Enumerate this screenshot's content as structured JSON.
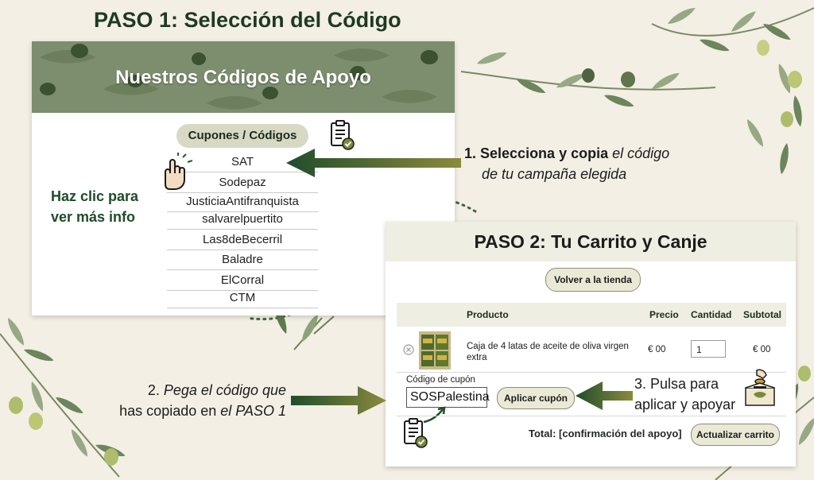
{
  "step1": {
    "title": "PASO 1: Selección del Código",
    "panel_title": "Nuestros Códigos de Apoyo",
    "coupons_label": "Cupones / Códigos",
    "codes": [
      "SAT",
      "Sodepaz",
      "JusticiaAntifranquista",
      "salvarelpuertito",
      "Las8deBecerril",
      "Baladre",
      "ElCorral",
      "CTM"
    ],
    "hint_line1": "Haz clic para",
    "hint_line2": "ver más info",
    "instruction_bold": "1. Selecciona y copia",
    "instruction_italic1": "el código",
    "instruction_italic2": "de tu campaña elegida"
  },
  "step2": {
    "title": "PASO 2: Tu Carrito y Canje",
    "back_button": "Volver a la tienda",
    "table_headers": {
      "product": "Producto",
      "price": "Precio",
      "quantity": "Cantidad",
      "subtotal": "Subtotal"
    },
    "item": {
      "name_line1": "Caja de 4 latas de aceite de oliva virgen",
      "name_line2": "extra",
      "price": "€  00",
      "quantity": "1",
      "subtotal": "€  00"
    },
    "coupon_label": "Código de cupón",
    "coupon_value": "SOSPalestina",
    "apply_button": "Aplicar cupón",
    "total_label": "Total: [confirmación del apoyo]",
    "update_button": "Actualizar carrito",
    "paste_line1_plain": "2.",
    "paste_line1_italic": "Pega el código que",
    "paste_line2_plain": "has copiado en",
    "paste_line2_italic": "el PASO 1",
    "press_line1": "3. Pulsa para",
    "press_line2": "aplicar y apoyar"
  },
  "colors": {
    "accent_green": "#1e4a2a",
    "header_olive": "#7d8e6e",
    "arrow_green": "#2d5a33"
  },
  "icons": [
    "clipboard-check-icon",
    "pointing-hand-icon",
    "remove-icon",
    "donation-box-icon"
  ]
}
